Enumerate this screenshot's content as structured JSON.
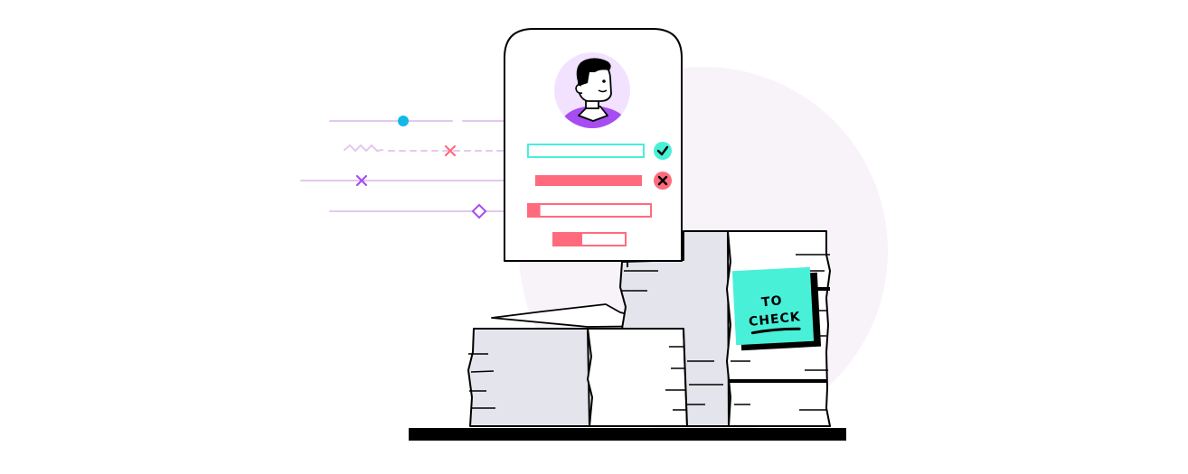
{
  "illustration": {
    "colors": {
      "bg_circle": "#f7f3f9",
      "paper_fill": "#e4e5ec",
      "paper_white": "#ffffff",
      "outline": "#000000",
      "card_fill": "#ffffff",
      "avatar_bg": "#f2e2ff",
      "avatar_shirt": "#a64df2",
      "accent_teal": "#48f0d8",
      "accent_red": "#ff6b7d",
      "accent_purple": "#a64df2",
      "accent_blue": "#13b9e6",
      "line_lilac": "#e2c9ee",
      "sticky_note": "#48f0d8"
    },
    "profile_card": {
      "avatar_icon": "male-avatar-icon",
      "rows": [
        {
          "status": "approved",
          "status_icon": "check-icon",
          "fill_fraction": 0
        },
        {
          "status": "rejected",
          "status_icon": "close-icon",
          "fill_fraction": 1
        },
        {
          "status": "partial",
          "status_icon": "",
          "fill_fraction": 0.1
        },
        {
          "status": "partial",
          "status_icon": "",
          "fill_fraction": 0.4
        }
      ]
    },
    "sticky_note": {
      "line1": "TO",
      "line2": "CHECK"
    },
    "progress_tracks": [
      {
        "marker": "dot-icon",
        "color": "#13b9e6"
      },
      {
        "marker": "x-icon",
        "color": "#ff6b7d"
      },
      {
        "marker": "x-icon",
        "color": "#a64df2"
      },
      {
        "marker": "diamond-icon",
        "color": "#a64df2"
      }
    ]
  }
}
